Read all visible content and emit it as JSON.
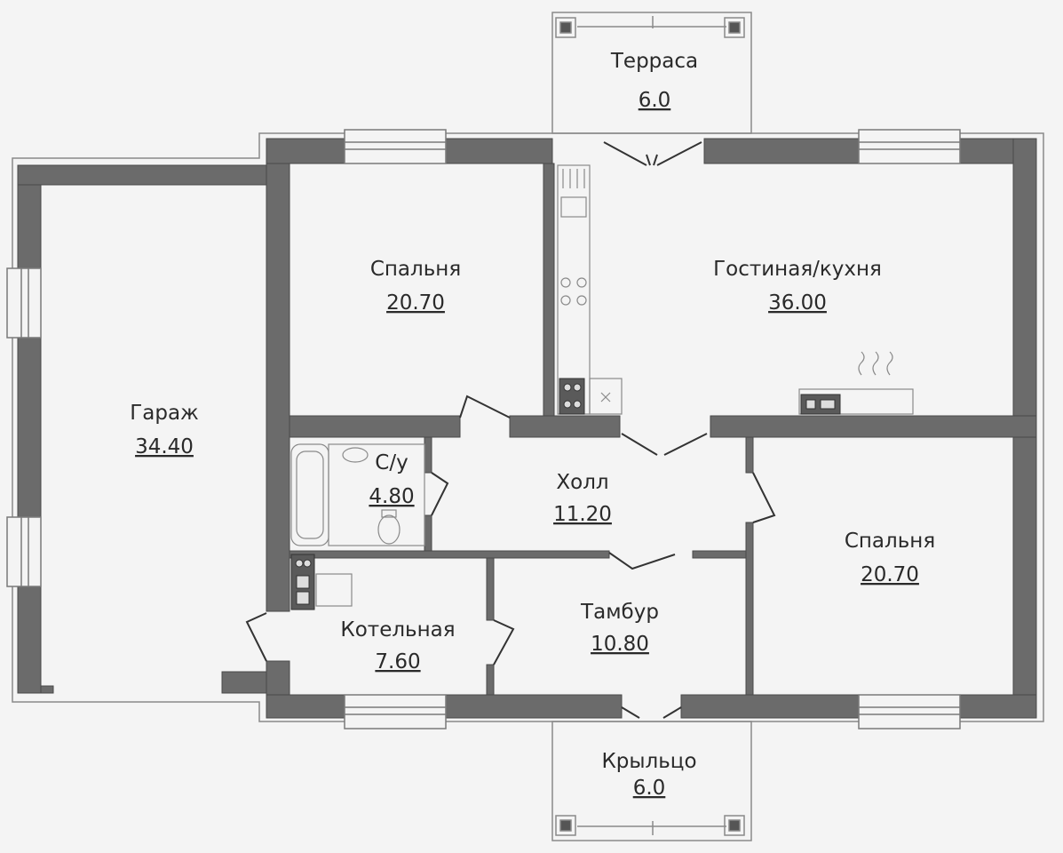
{
  "colors": {
    "background": "#f4f4f4",
    "wall": "#6b6b6b",
    "wall_edge": "#4a4a4a",
    "thin_line": "#7a7a7a",
    "text": "#2a2a2a"
  },
  "rooms": [
    {
      "id": "terrace",
      "name": "Терраса",
      "area": "6.0"
    },
    {
      "id": "garage",
      "name": "Гараж",
      "area": "34.40"
    },
    {
      "id": "bedroom-1",
      "name": "Спальня",
      "area": "20.70"
    },
    {
      "id": "living",
      "name": "Гостиная/кухня",
      "area": "36.00"
    },
    {
      "id": "bathroom",
      "name": "С/у",
      "area": "4.80"
    },
    {
      "id": "hall",
      "name": "Холл",
      "area": "11.20"
    },
    {
      "id": "bedroom-2",
      "name": "Спальня",
      "area": "20.70"
    },
    {
      "id": "boiler",
      "name": "Котельная",
      "area": "7.60"
    },
    {
      "id": "vestibule",
      "name": "Тамбур",
      "area": "10.80"
    },
    {
      "id": "porch",
      "name": "Крыльцо",
      "area": "6.0"
    }
  ]
}
